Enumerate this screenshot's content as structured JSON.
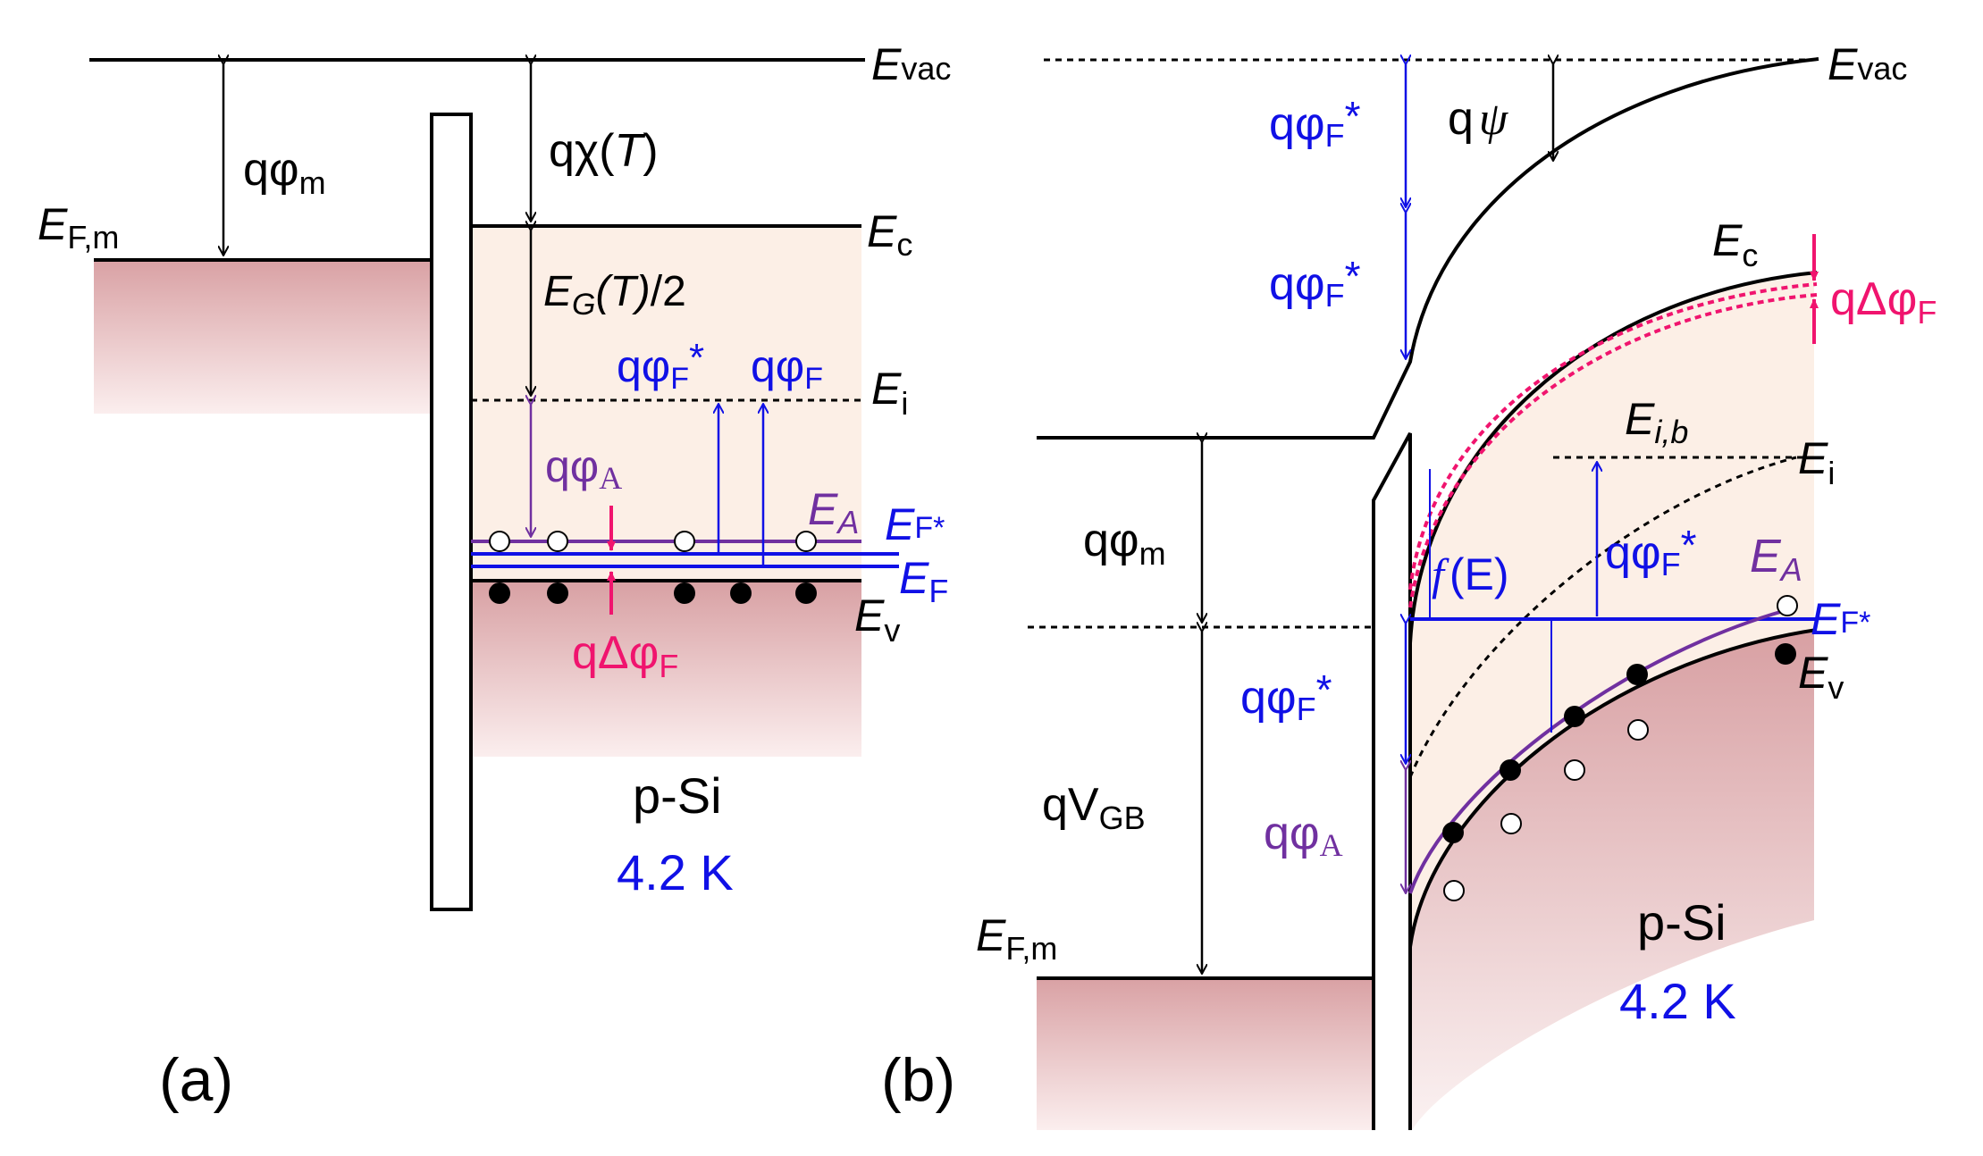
{
  "colors": {
    "black": "#000000",
    "blue": "#1010e6",
    "purple": "#7030a0",
    "pink": "#f0146e",
    "fill_light": "#fbeae4",
    "fill_dark": "#dba7aa"
  },
  "panel_a": {
    "caption": "(a)",
    "e_vac": {
      "base": "E",
      "sub": "vac"
    },
    "e_fm": {
      "base": "E",
      "sub": "F,m"
    },
    "q_phi_m": {
      "base": "qφ",
      "sub": "m"
    },
    "q_chi": {
      "pre": "qχ(",
      "it": "T",
      "post": ")"
    },
    "e_c": {
      "base": "E",
      "sub": "c"
    },
    "e_g": {
      "base": "E",
      "sub": "G",
      "mid": "(T)",
      "post": "/2"
    },
    "e_i": {
      "base": "E",
      "sub": "i"
    },
    "q_phi_f_star": {
      "base": "qφ",
      "sub": "F",
      "sup": "*"
    },
    "q_phi_f": {
      "base": "qφ",
      "sub": "F"
    },
    "q_phi_a": {
      "base": "qφ",
      "sub": "A"
    },
    "e_a": {
      "base": "E",
      "sub": "A"
    },
    "e_f_star": {
      "base": "E",
      "sub": "F*"
    },
    "e_f": {
      "base": "E",
      "sub": "F"
    },
    "e_v": {
      "base": "E",
      "sub": "v"
    },
    "q_delta_phi_f": {
      "base": "qΔφ",
      "sub": "F"
    },
    "material": "p-Si",
    "temperature": "4.2 K"
  },
  "panel_b": {
    "caption": "(b)",
    "e_vac": {
      "base": "E",
      "sub": "vac"
    },
    "q_psi": {
      "base": "q",
      "it": "ψ"
    },
    "q_phi_f_star_1": {
      "base": "qφ",
      "sub": "F",
      "sup": "*"
    },
    "q_phi_f_star_2": {
      "base": "qφ",
      "sub": "F",
      "sup": "*"
    },
    "e_c": {
      "base": "E",
      "sub": "c"
    },
    "q_delta_phi_f": {
      "base": "qΔφ",
      "sub": "F"
    },
    "e_ib": {
      "base": "E",
      "sub": "i,b"
    },
    "e_i": {
      "base": "E",
      "sub": "i"
    },
    "q_phi_m": {
      "base": "qφ",
      "sub": "m"
    },
    "f_e": {
      "it": "f",
      "post": "(E)"
    },
    "q_phi_f_star_3": {
      "base": "qφ",
      "sub": "F",
      "sup": "*"
    },
    "e_a": {
      "base": "E",
      "sub": "A"
    },
    "e_f_star": {
      "base": "E",
      "sub": "F*"
    },
    "e_v": {
      "base": "E",
      "sub": "v"
    },
    "q_phi_f_star_4": {
      "base": "qφ",
      "sub": "F",
      "sup": "*"
    },
    "q_v_gb": {
      "base": "qV",
      "sub": "GB"
    },
    "q_phi_a": {
      "base": "qφ",
      "sub": "A"
    },
    "e_fm": {
      "base": "E",
      "sub": "F,m"
    },
    "material": "p-Si",
    "temperature": "4.2 K"
  }
}
